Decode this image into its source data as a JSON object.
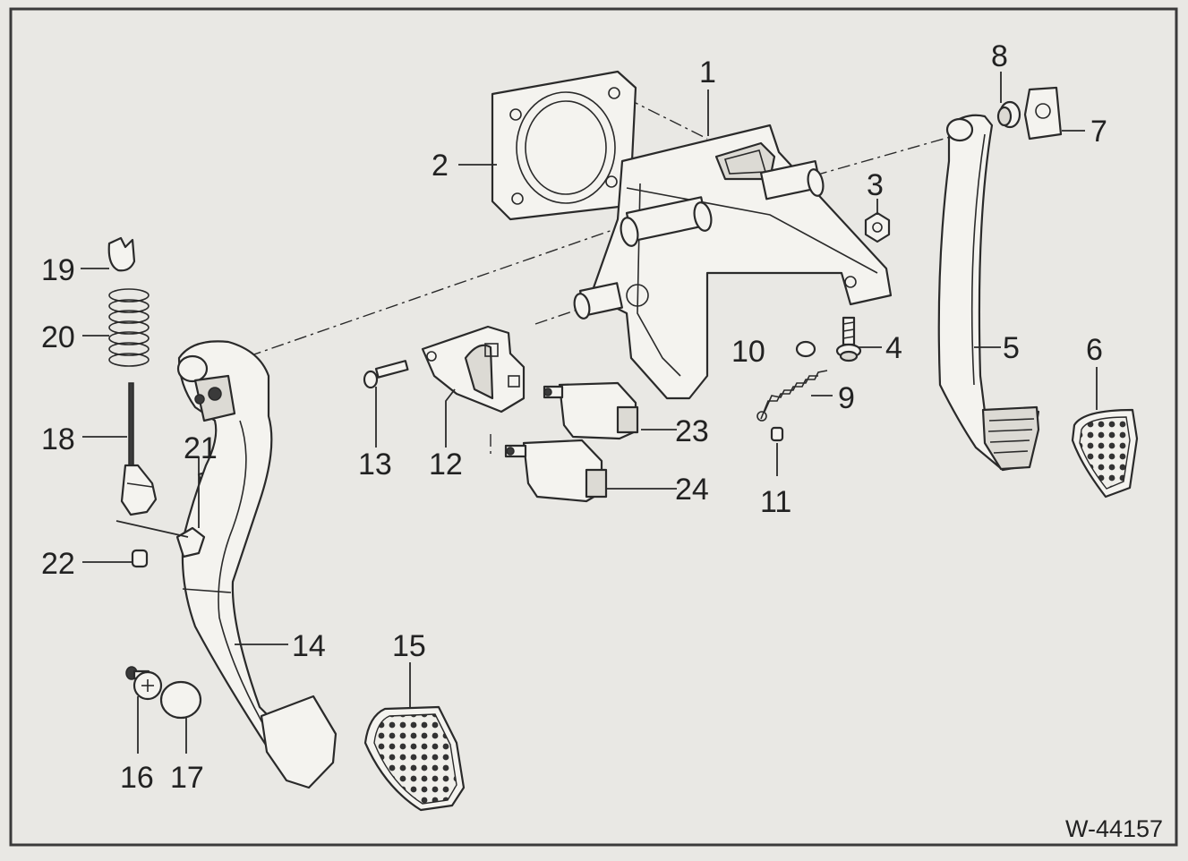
{
  "diagram": {
    "figure_code": "W-44157",
    "callouts": [
      "1",
      "2",
      "3",
      "4",
      "5",
      "6",
      "7",
      "8",
      "9",
      "10",
      "11",
      "12",
      "13",
      "14",
      "15",
      "16",
      "17",
      "18",
      "19",
      "20",
      "21",
      "22",
      "23",
      "24"
    ],
    "colors": {
      "background": "#e9e8e4",
      "ink": "#2a2a2a",
      "frame": "#3a3a3a"
    }
  }
}
